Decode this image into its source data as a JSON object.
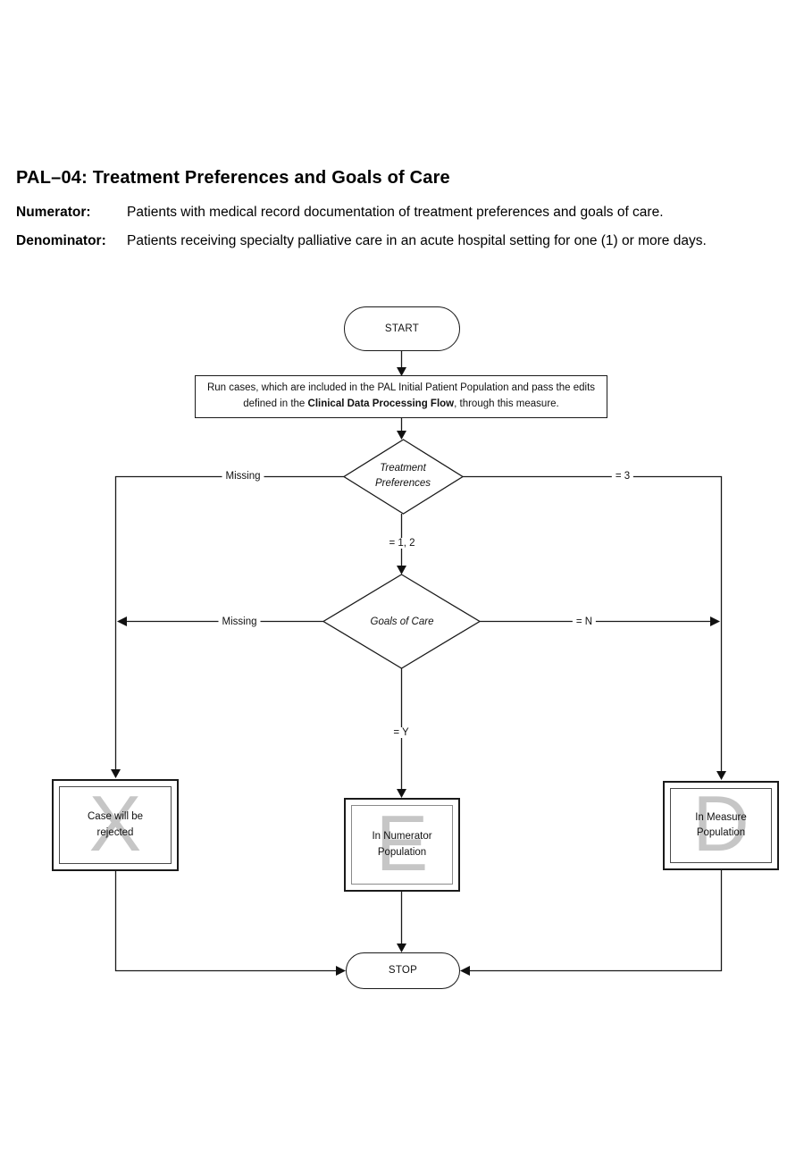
{
  "header": {
    "title": "PAL–04: Treatment Preferences and Goals of Care",
    "numerator_label": "Numerator:",
    "numerator_text": "Patients with medical record documentation of treatment preferences and goals of care.",
    "denominator_label": "Denominator:",
    "denominator_text": "Patients receiving specialty palliative care in an acute hospital setting for one (1) or more days."
  },
  "flow": {
    "start_label": "START",
    "stop_label": "STOP",
    "process": {
      "text_before": "Run cases, which are included in the PAL Initial Patient Population and pass the edits defined in the ",
      "text_bold": "Clinical Data Processing Flow",
      "text_after": ", through this measure."
    },
    "decision1_label": "Treatment Preferences",
    "decision2_label": "Goals of Care",
    "edges": {
      "d1_left": "Missing",
      "d1_right": "= 3",
      "d1_down": "= 1, 2",
      "d2_left": "Missing",
      "d2_right": "= N",
      "d2_down": "= Y"
    },
    "outcomes": {
      "rejected": {
        "text": "Case will be rejected",
        "watermark": "X"
      },
      "numerator": {
        "text": "In Numerator Population",
        "watermark": "E"
      },
      "measure": {
        "text": "In Measure Population",
        "watermark": "D"
      }
    }
  },
  "colors": {
    "line": "#1a1a1a",
    "watermark": "#c6c6c6"
  }
}
